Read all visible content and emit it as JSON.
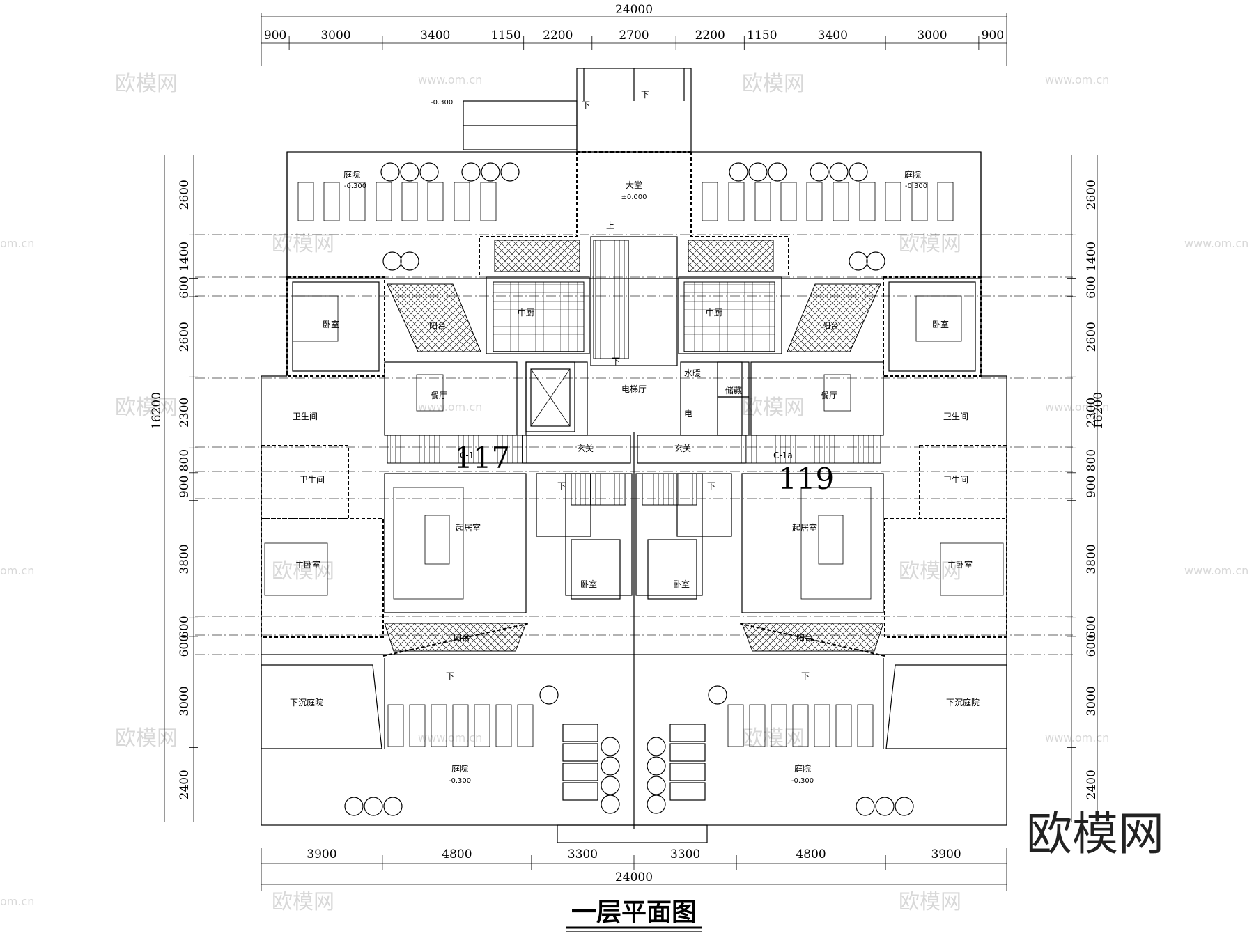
{
  "title": "一层平面图",
  "watermark": {
    "logo": "欧模网",
    "url": "www.om.cn",
    "url_short": "om.cn"
  },
  "dimensions": {
    "top_total": "24000",
    "top_segments": [
      "900",
      "3000",
      "3400",
      "1150",
      "2200",
      "2700",
      "2200",
      "1150",
      "3400",
      "3000",
      "900"
    ],
    "bottom_segments": [
      "3900",
      "4800",
      "3300",
      "3300",
      "4800",
      "3900"
    ],
    "bottom_total": "24000",
    "side_total": "16200",
    "side_segments": [
      "2600",
      "1400",
      "600",
      "2600",
      "2300",
      "800",
      "900",
      "3800",
      "600",
      "600",
      "3000",
      "2400"
    ]
  },
  "units": {
    "left_code": "C-1",
    "left_number": "117",
    "right_code": "C-1a",
    "right_number": "119"
  },
  "rooms": {
    "hall": "大堂",
    "hall_elev": "±0.000",
    "elevator_hall": "电梯厅",
    "water_heating": "水暖",
    "electric": "电",
    "storage": "储藏",
    "courtyard": "庭院",
    "courtyard_elev": "-0.300",
    "ramp_elev": "-0.300",
    "bedroom": "卧室",
    "master_bedroom": "主卧室",
    "kitchen": "中厨",
    "dining": "餐厅",
    "living": "起居室",
    "bathroom": "卫生间",
    "entry": "玄关",
    "balcony": "阳台",
    "sunken_courtyard": "下沉庭院",
    "down": "下",
    "up": "上"
  }
}
